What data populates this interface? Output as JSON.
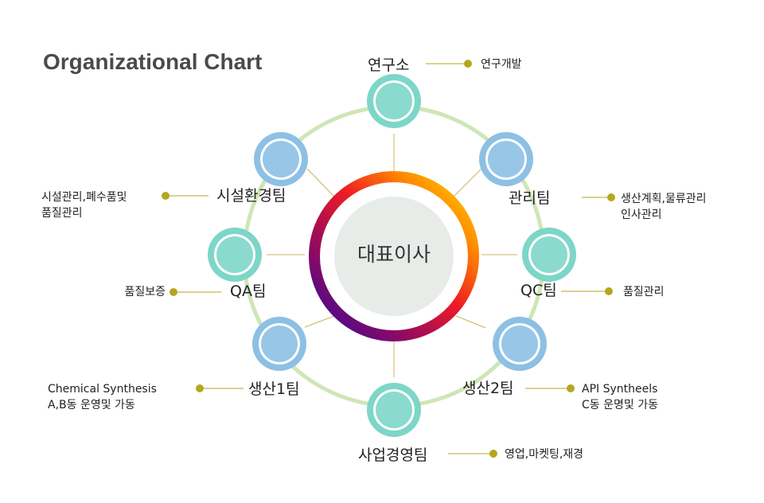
{
  "title": "Organizational Chart",
  "center": {
    "label": "대표이사"
  },
  "colors": {
    "outer_ring": "#cfe6b6",
    "spoke": "#c8b460",
    "teal_node": "#7dd6c8",
    "blue_node": "#8dc0e4",
    "leader_dot": "#b5a620",
    "center_fill": "#e8ece9"
  },
  "nodes": [
    {
      "id": "research",
      "label": "연구소",
      "color": "teal",
      "desc": [
        "연구개발"
      ]
    },
    {
      "id": "management",
      "label": "관리팀",
      "color": "blue",
      "desc": [
        "생산계획,물류관리",
        "인사관리"
      ]
    },
    {
      "id": "qc",
      "label": "QC팀",
      "color": "teal",
      "desc": [
        "품질관리"
      ]
    },
    {
      "id": "production2",
      "label": "생산2팀",
      "color": "blue",
      "desc": [
        "API Syntheels",
        "C동 운명및 가동"
      ]
    },
    {
      "id": "business",
      "label": "사업경영팀",
      "color": "teal",
      "desc": [
        "영업,마켓팅,재경"
      ]
    },
    {
      "id": "production1",
      "label": "생산1팀",
      "color": "blue",
      "desc": [
        "Chemical Synthesis",
        "A,B동 운영및 가동"
      ]
    },
    {
      "id": "qa",
      "label": "QA팀",
      "color": "teal",
      "desc": [
        "품질보증"
      ]
    },
    {
      "id": "facility",
      "label": "시설환경팀",
      "color": "blue",
      "desc": [
        "시설관리,폐수품및",
        "품질관리"
      ]
    }
  ]
}
